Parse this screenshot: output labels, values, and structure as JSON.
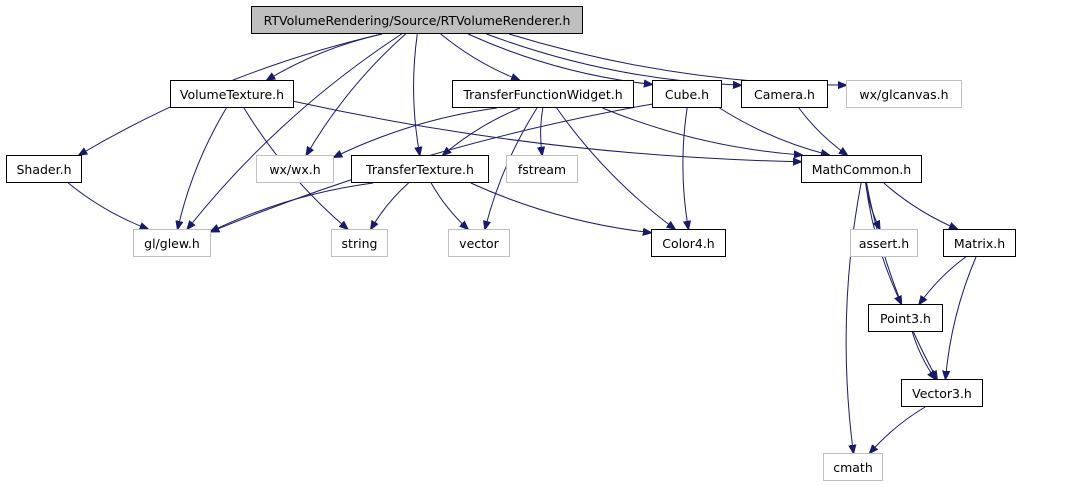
{
  "colors": {
    "edge": "#191970",
    "root_fill": "#bfbfbf",
    "internal_border": "#000000",
    "external_border": "#c0c0c0"
  },
  "nodes": {
    "root": "RTVolumeRendering/Source/RTVolumeRenderer.h",
    "shader": "Shader.h",
    "volume_texture": "VolumeTexture.h",
    "transfer_function_widget": "TransferFunctionWidget.h",
    "cube": "Cube.h",
    "camera": "Camera.h",
    "glcanvas": "wx/glcanvas.h",
    "wx": "wx/wx.h",
    "transfer_texture": "TransferTexture.h",
    "fstream": "fstream",
    "math_common": "MathCommon.h",
    "glew": "gl/glew.h",
    "string": "string",
    "vector": "vector",
    "color4": "Color4.h",
    "assert": "assert.h",
    "matrix": "Matrix.h",
    "point3": "Point3.h",
    "vector3": "Vector3.h",
    "cmath": "cmath"
  },
  "edges": [
    [
      "root",
      "shader"
    ],
    [
      "root",
      "glew"
    ],
    [
      "root",
      "volume_texture"
    ],
    [
      "root",
      "wx"
    ],
    [
      "root",
      "transfer_texture"
    ],
    [
      "root",
      "transfer_function_widget"
    ],
    [
      "root",
      "cube"
    ],
    [
      "root",
      "camera"
    ],
    [
      "root",
      "glcanvas"
    ],
    [
      "shader",
      "glew"
    ],
    [
      "volume_texture",
      "glew"
    ],
    [
      "volume_texture",
      "string"
    ],
    [
      "volume_texture",
      "math_common"
    ],
    [
      "transfer_function_widget",
      "wx"
    ],
    [
      "transfer_function_widget",
      "transfer_texture"
    ],
    [
      "transfer_function_widget",
      "fstream"
    ],
    [
      "transfer_function_widget",
      "vector"
    ],
    [
      "transfer_function_widget",
      "color4"
    ],
    [
      "transfer_function_widget",
      "math_common"
    ],
    [
      "cube",
      "glew"
    ],
    [
      "cube",
      "color4"
    ],
    [
      "cube",
      "math_common"
    ],
    [
      "camera",
      "math_common"
    ],
    [
      "transfer_texture",
      "glew"
    ],
    [
      "transfer_texture",
      "string"
    ],
    [
      "transfer_texture",
      "vector"
    ],
    [
      "transfer_texture",
      "color4"
    ],
    [
      "math_common",
      "assert"
    ],
    [
      "math_common",
      "matrix"
    ],
    [
      "math_common",
      "point3"
    ],
    [
      "math_common",
      "vector3"
    ],
    [
      "math_common",
      "cmath"
    ],
    [
      "matrix",
      "point3"
    ],
    [
      "matrix",
      "vector3"
    ],
    [
      "point3",
      "vector3"
    ],
    [
      "vector3",
      "cmath"
    ]
  ]
}
